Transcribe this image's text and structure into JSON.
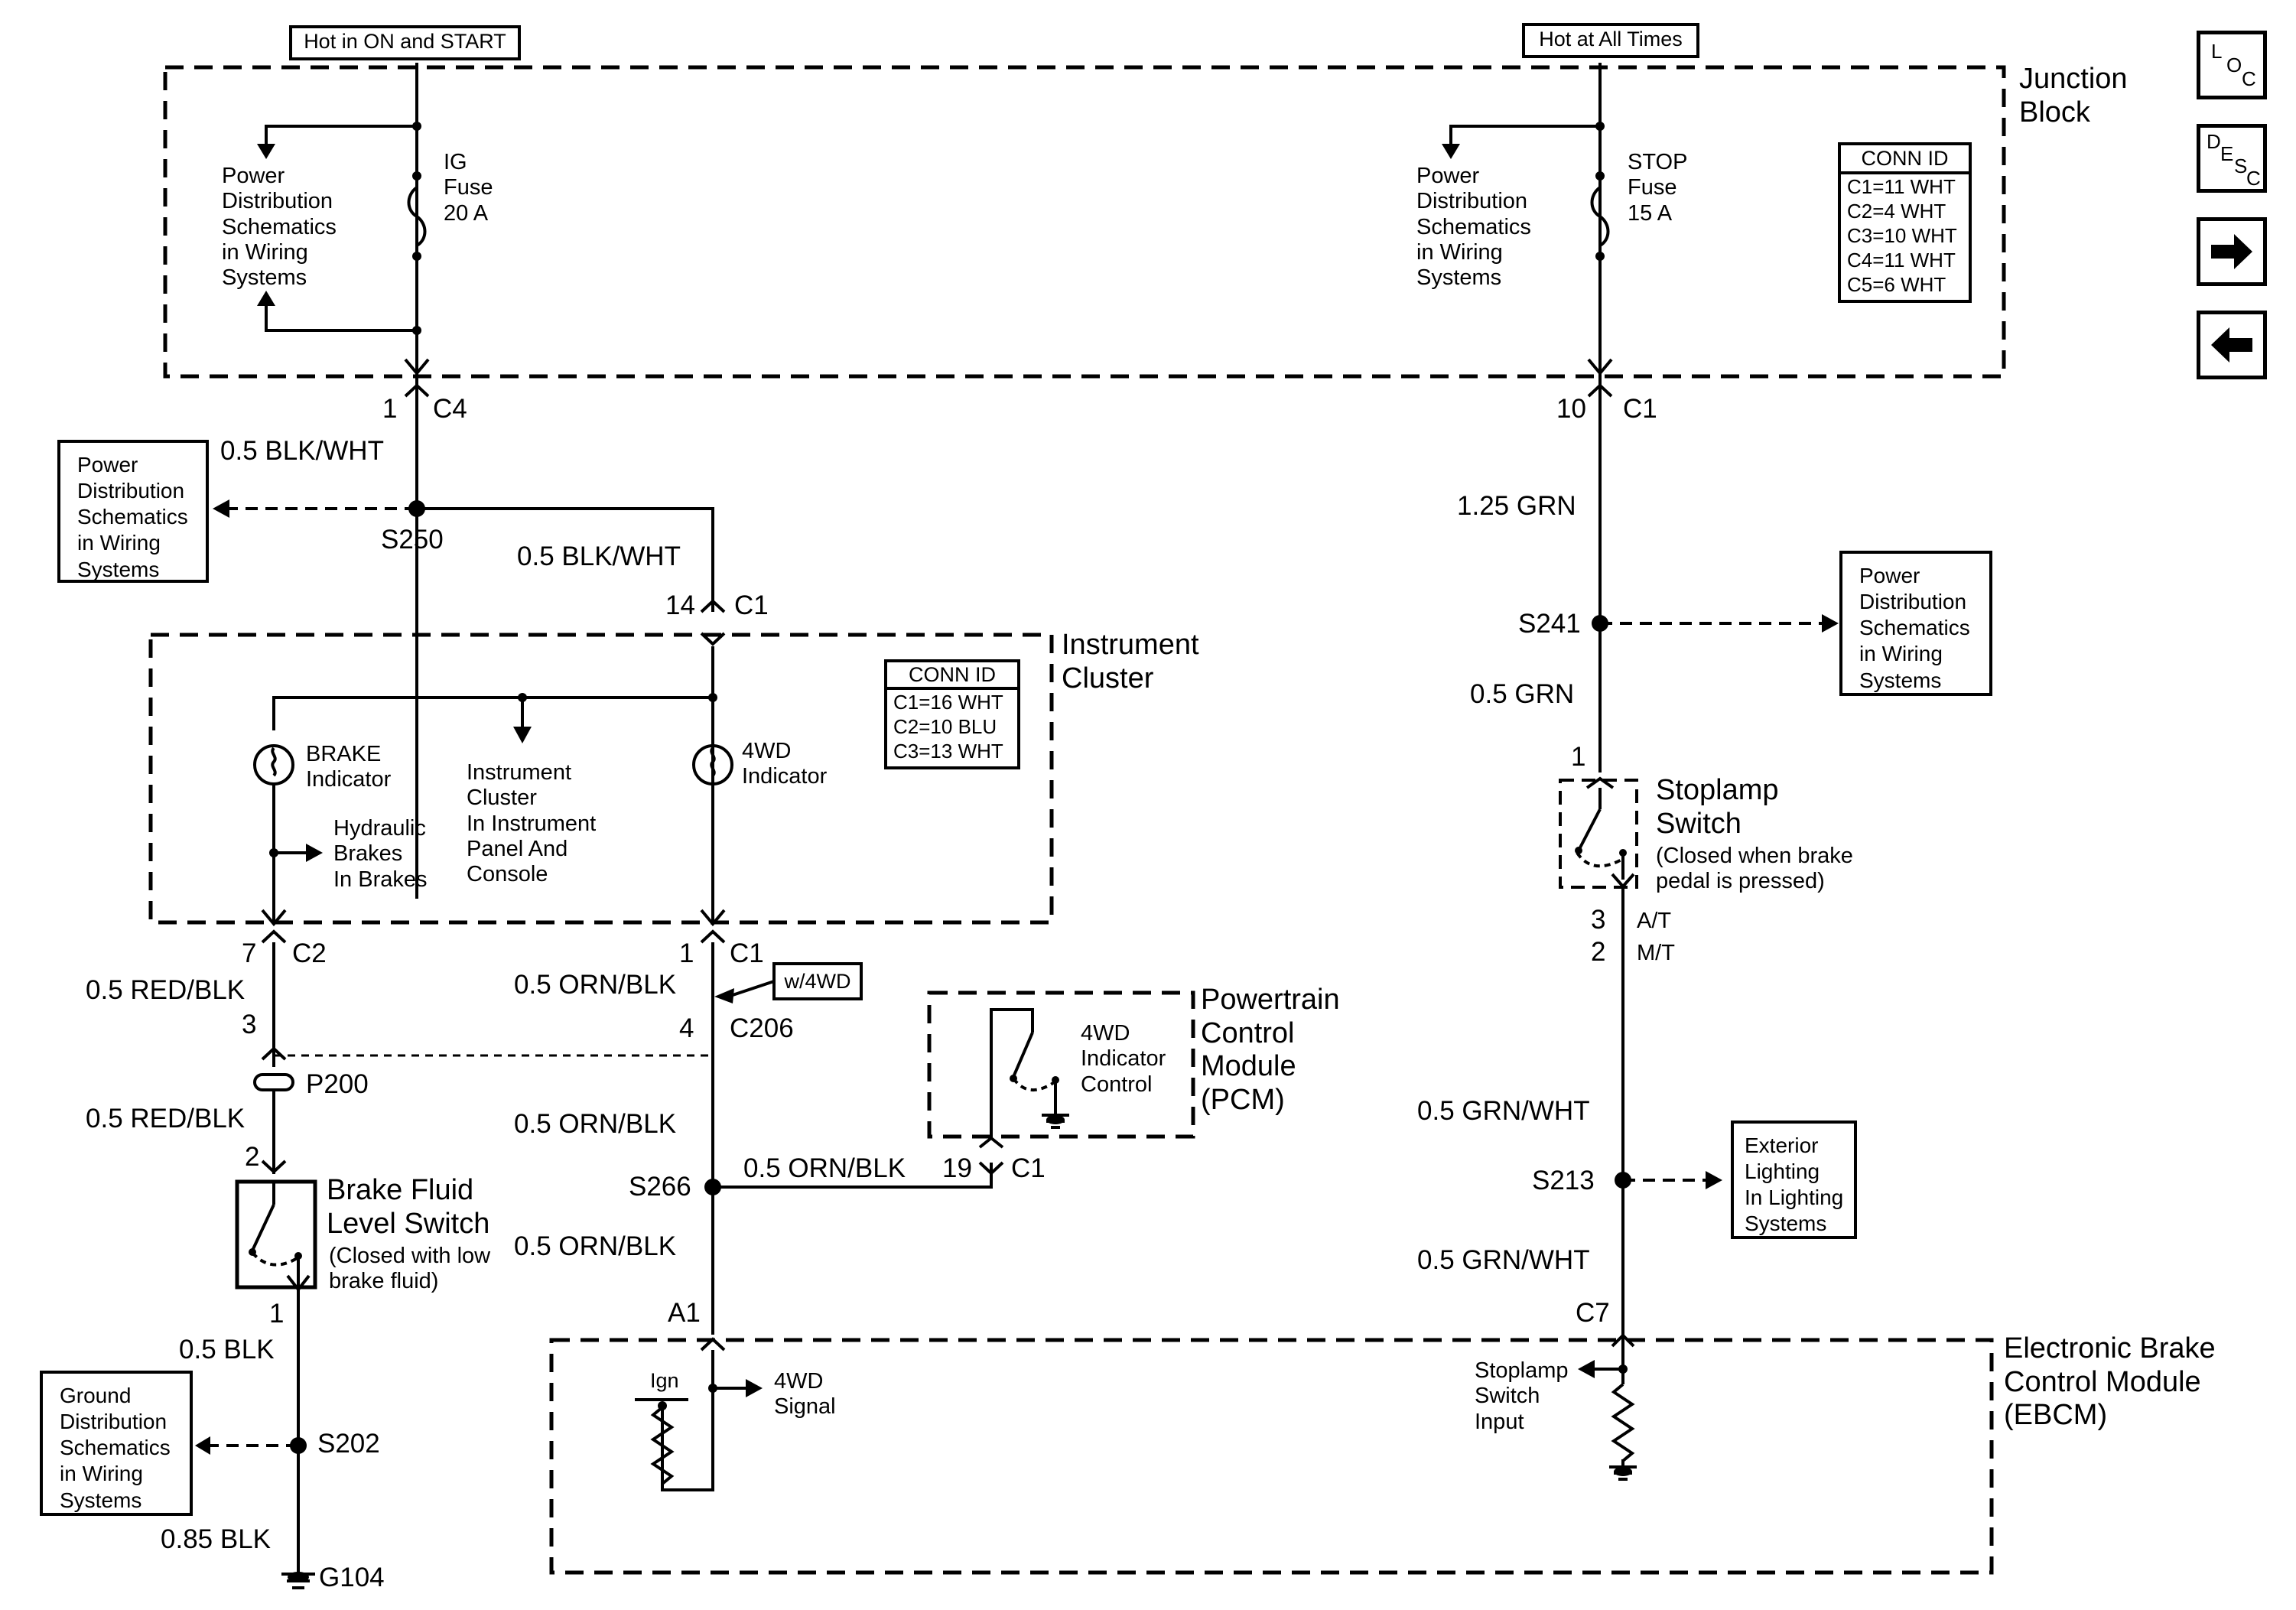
{
  "hot_labels": {
    "ign": "Hot in ON and START",
    "all": "Hot at All Times"
  },
  "junction_block": {
    "title": "Junction\nBlock",
    "ig_fuse": "IG\nFuse\n20 A",
    "stop_fuse": "STOP\nFuse\n15 A",
    "pwr_dist_left": "Power\nDistribution\nSchematics\nin Wiring\nSystems",
    "pwr_dist_right": "Power\nDistribution\nSchematics\nin Wiring\nSystems",
    "conn_id_title": "CONN ID",
    "conn_ids": [
      "C1=11 WHT",
      "C2=4 WHT",
      "C3=10 WHT",
      "C4=11 WHT",
      "C5=6 WHT"
    ]
  },
  "instrument_cluster": {
    "title": "Instrument\nCluster",
    "brake_indicator": "BRAKE\nIndicator",
    "fourwd_indicator": "4WD\nIndicator",
    "ic_ref": "Instrument\nCluster\nIn Instrument\nPanel And\nConsole",
    "hydraulic_ref": "Hydraulic\nBrakes\nIn Brakes",
    "conn_id_title": "CONN ID",
    "conn_ids": [
      "C1=16 WHT",
      "C2=10 BLU",
      "C3=13 WHT"
    ]
  },
  "pcm": {
    "title": "Powertrain\nControl\nModule\n(PCM)",
    "switch_label": "4WD\nIndicator\nControl"
  },
  "ebcm": {
    "title": "Electronic Brake\nControl Module\n(EBCM)",
    "ign": "Ign",
    "signal": "4WD\nSignal",
    "stoplamp_input": "Stoplamp\nSwitch\nInput"
  },
  "stoplamp_switch": {
    "title": "Stoplamp\nSwitch",
    "note": "(Closed when brake\npedal is pressed)"
  },
  "brake_fluid_switch": {
    "title": "Brake Fluid\nLevel Switch",
    "note": "(Closed with low\nbrake fluid)"
  },
  "ref_boxes": {
    "pwr_s250": "Power\nDistribution\nSchematics\nin Wiring\nSystems",
    "pwr_s241": "Power\nDistribution\nSchematics\nin Wiring\nSystems",
    "ext_lighting": "Exterior\nLighting\nIn Lighting\nSystems",
    "ground_dist": "Ground\nDistribution\nSchematics\nin Wiring\nSystems"
  },
  "option_tag": "w/4WD",
  "wires": {
    "w_blkwht_1": "0.5 BLK/WHT",
    "w_blkwht_2": "0.5 BLK/WHT",
    "w_grn_125": "1.25 GRN",
    "w_grn_05": "0.5 GRN",
    "w_redblk_1": "0.5 RED/BLK",
    "w_redblk_2": "0.5 RED/BLK",
    "w_ornblk_1": "0.5 ORN/BLK",
    "w_ornblk_2": "0.5 ORN/BLK",
    "w_ornblk_3": "0.5 ORN/BLK",
    "w_ornblk_4": "0.5 ORN/BLK",
    "w_grnwht_1": "0.5 GRN/WHT",
    "w_grnwht_2": "0.5 GRN/WHT",
    "w_blk_05": "0.5 BLK",
    "w_blk_085": "0.85 BLK"
  },
  "splices": {
    "s250": "S250",
    "s241": "S241",
    "s266": "S266",
    "s213": "S213",
    "s202": "S202",
    "p200": "P200",
    "g104": "G104"
  },
  "connectors": {
    "jb_c4_pin": "1",
    "jb_c4": "C4",
    "jb_c1_pin": "10",
    "jb_c1": "C1",
    "ic_c1_pin": "14",
    "ic_c1": "C1",
    "ic_c2_pin": "7",
    "ic_c2": "C2",
    "ic_c1b_pin": "1",
    "ic_c1b": "C1",
    "p200_top_pin": "3",
    "p200_bot_pin": "2",
    "c206_pin": "4",
    "c206": "C206",
    "pcm_c1_pin": "19",
    "pcm_c1": "C1",
    "ebcm_a1": "A1",
    "ebcm_c7": "C7",
    "stop_top_pin": "1",
    "stop_at_pin": "3",
    "stop_at": "A/T",
    "stop_mt_pin": "2",
    "stop_mt": "M/T",
    "bfs_pin": "1"
  },
  "nav": {
    "loc": [
      "L",
      "O",
      "C"
    ],
    "desc": [
      "D",
      "E",
      "S",
      "C"
    ],
    "next_icon": "arrow-right",
    "prev_icon": "arrow-left"
  }
}
